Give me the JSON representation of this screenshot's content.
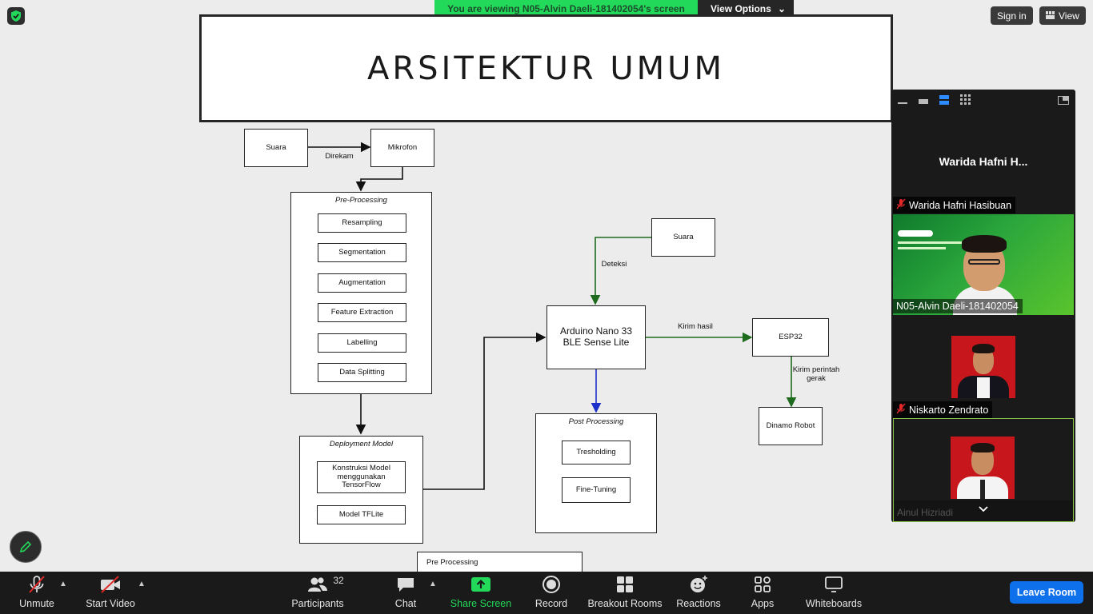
{
  "banner": {
    "message": "You are viewing N05-Alvin Daeli-181402054's screen",
    "view_options": "View Options"
  },
  "top_right": {
    "sign_in": "Sign in",
    "view": "View"
  },
  "slide": {
    "title": "ARSITEKTUR UMUM",
    "nodes": {
      "suara1": "Suara",
      "mikrofon": "Mikrofon",
      "direkam": "Direkam",
      "preprocessing_title": "Pre-Processing",
      "preprocessing_steps": [
        "Resampling",
        "Segmentation",
        "Augmentation",
        "Feature Extraction",
        "Labelling",
        "Data Splitting"
      ],
      "deployment_title": "Deployment Model",
      "konstruksi": "Konstruksi Model menggunakan TensorFlow",
      "tflite": "Model TFLite",
      "suara2": "Suara",
      "deteksi": "Deteksi",
      "arduino": "Arduino Nano 33 BLE Sense Lite",
      "kirim_hasil": "Kirim hasil",
      "esp32": "ESP32",
      "kirim_perintah": "Kirim perintah gerak",
      "dinamo": "Dinamo Robot",
      "postprocessing_title": "Post Processing",
      "tresholding": "Tresholding",
      "finetuning": "Fine-Tuning",
      "legend_label": "Pre Processing"
    }
  },
  "panel": {
    "speaker_tile_name": "Warida  Hafni  H...",
    "participants": [
      {
        "name": "Warida Hafni Hasibuan",
        "muted": true
      },
      {
        "name": "N05-Alvin Daeli-181402054",
        "muted": false
      },
      {
        "name": "Niskarto Zendrato",
        "muted": true
      },
      {
        "name": "Ainul Hizriadi",
        "muted": false
      }
    ]
  },
  "toolbar": {
    "unmute": "Unmute",
    "start_video": "Start Video",
    "participants": "Participants",
    "participants_count": "32",
    "chat": "Chat",
    "share_screen": "Share Screen",
    "record": "Record",
    "breakout": "Breakout Rooms",
    "reactions": "Reactions",
    "apps": "Apps",
    "whiteboards": "Whiteboards",
    "leave": "Leave Room"
  },
  "colors": {
    "share_green": "#23d959",
    "leave_blue": "#0e71eb",
    "arrow_green": "#1e6b1e",
    "arrow_blue": "#1c2fc9"
  }
}
